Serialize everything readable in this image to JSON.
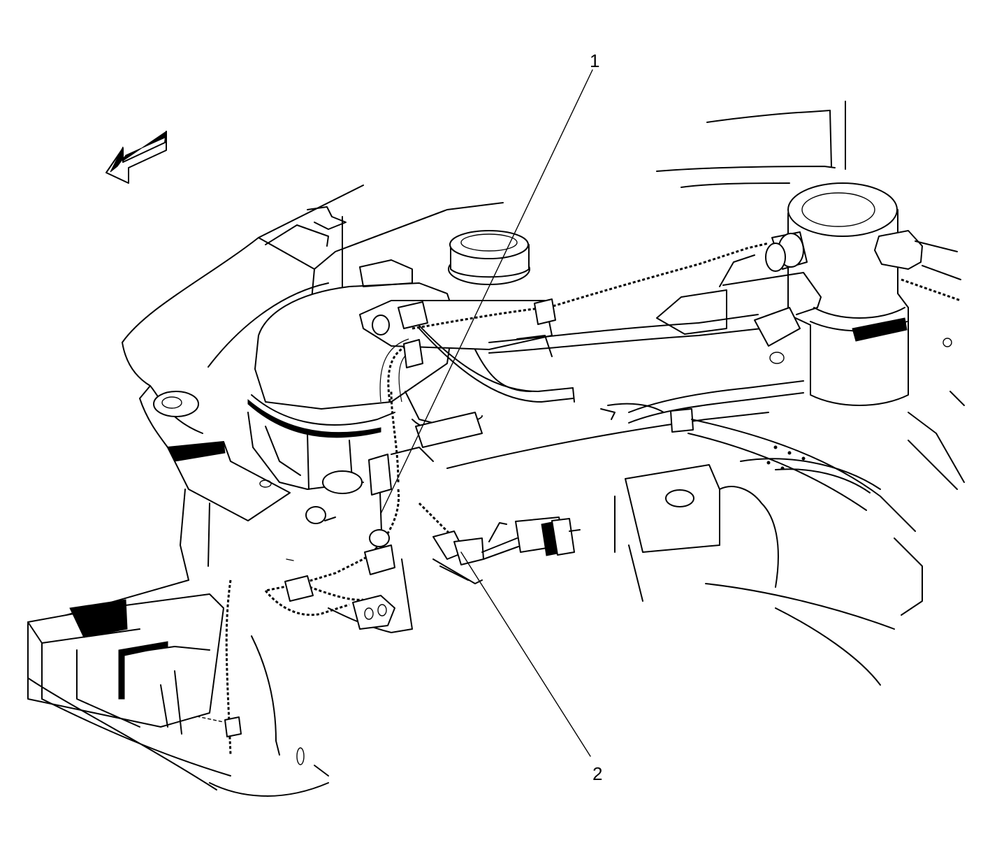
{
  "diagram": {
    "callouts": [
      {
        "id": "1",
        "label": "1"
      },
      {
        "id": "2",
        "label": "2"
      }
    ]
  }
}
